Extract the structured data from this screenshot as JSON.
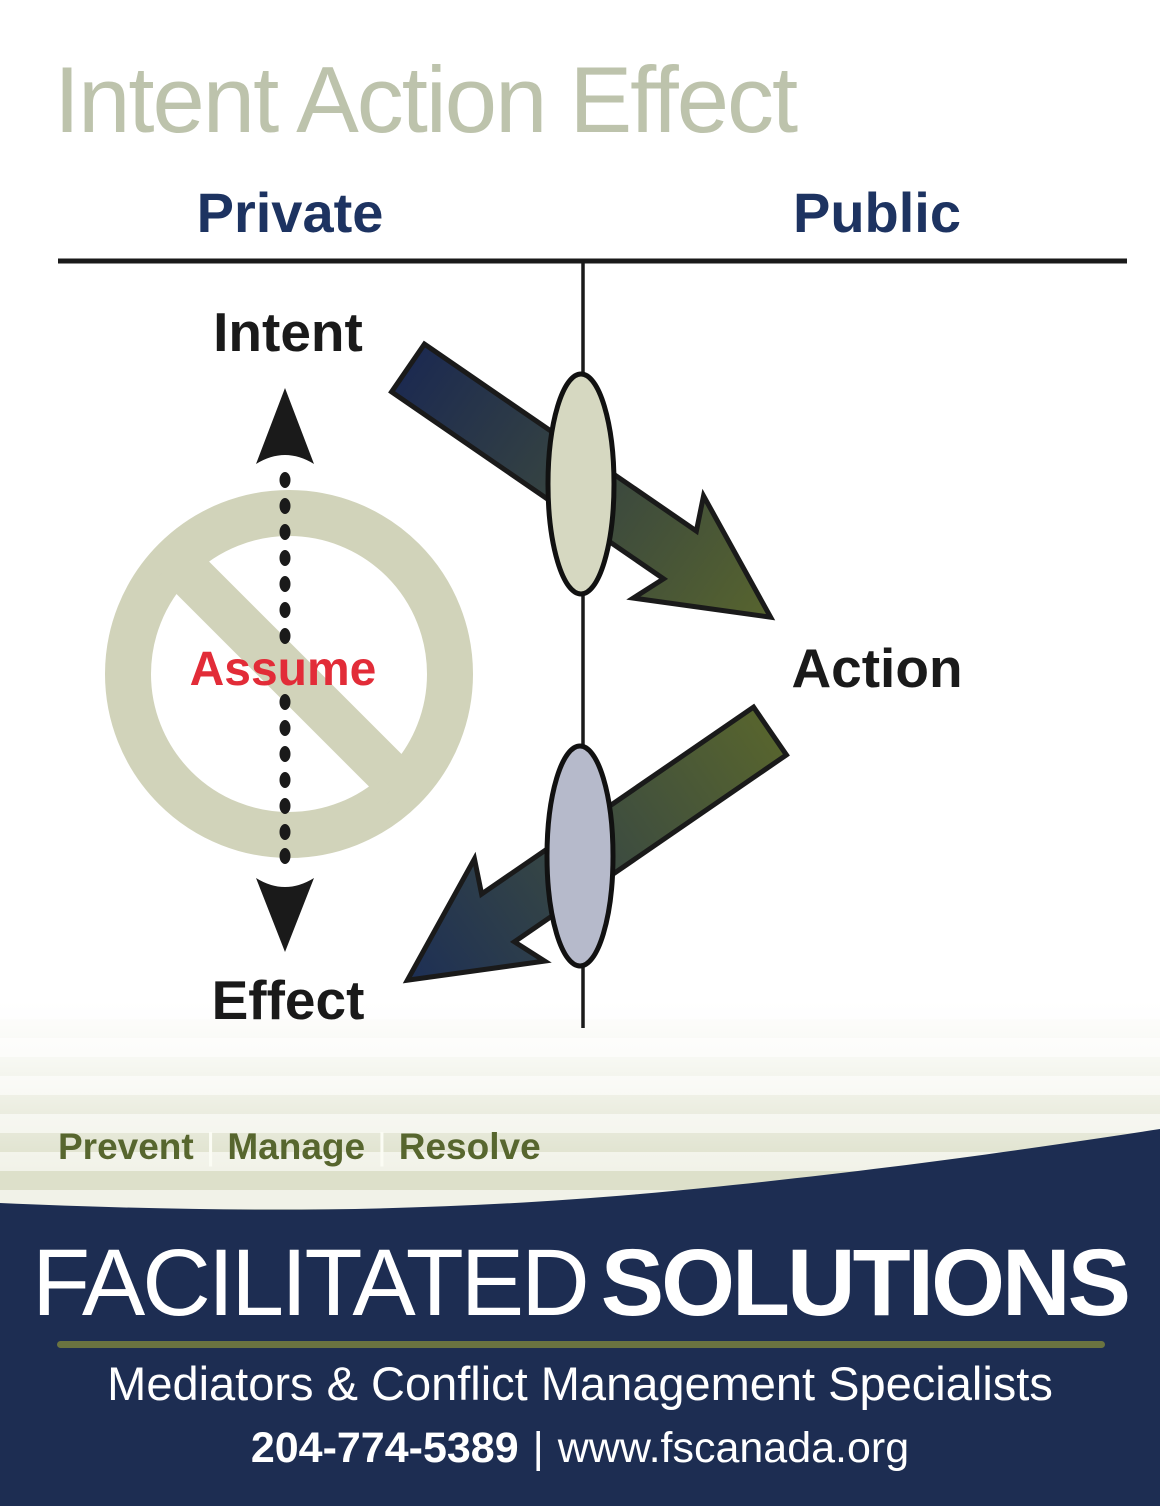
{
  "title": "Intent Action Effect",
  "columns": {
    "private": "Private",
    "public": "Public"
  },
  "nodes": {
    "intent": "Intent",
    "action": "Action",
    "effect": "Effect"
  },
  "assume_label": "Assume",
  "tagline": {
    "items": [
      "Prevent",
      "Manage",
      "Resolve"
    ],
    "separator": "|"
  },
  "brand": {
    "name_light": "FACILITATED",
    "name_bold": "SOLUTIONS",
    "subtitle": "Mediators & Conflict Management Specialists",
    "phone": "204-774-5389",
    "phone_separator": "|",
    "website": "www.fscanada.org"
  },
  "colors": {
    "navy": "#1d2d52",
    "label_navy": "#1d3361",
    "olive": "#57642e",
    "olive_divider": "#6a7340",
    "sage_title": "#bdc3ac",
    "sage_ring": "#d1d3ba",
    "ellipse_top_fill": "#d6d8c1",
    "ellipse_bottom_fill": "#b6bacb",
    "assume_red": "#e22c38",
    "stripe_light": "#f1f2e8",
    "stripe_dark": "#dde0ca"
  }
}
